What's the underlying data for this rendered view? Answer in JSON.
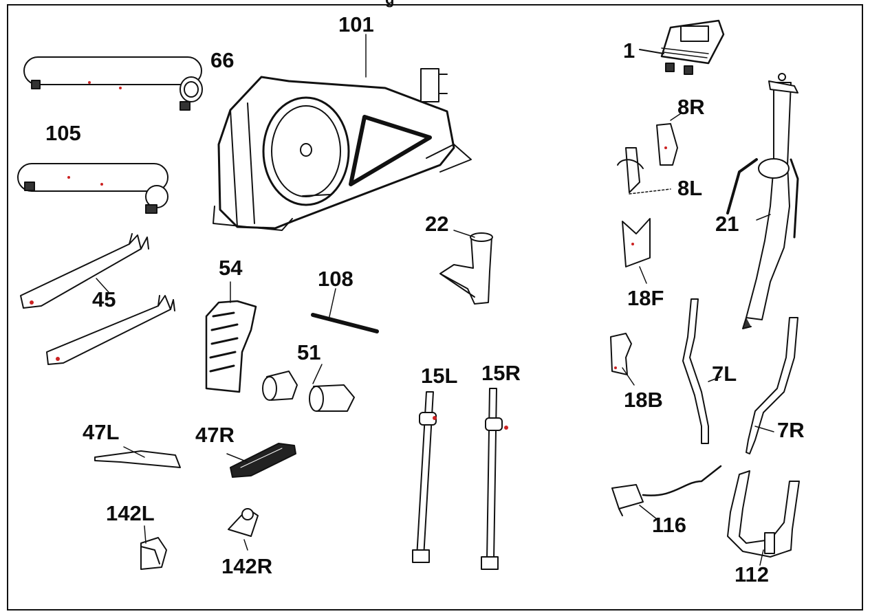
{
  "header": {
    "cut_text": "g"
  },
  "labels": {
    "p101": "101",
    "p66": "66",
    "p105": "105",
    "p45": "45",
    "p54": "54",
    "p108": "108",
    "p22": "22",
    "p51": "51",
    "p15L": "15L",
    "p15R": "15R",
    "p47L": "47L",
    "p47R": "47R",
    "p142L": "142L",
    "p142R": "142R",
    "p1": "1",
    "p8R": "8R",
    "p8L": "8L",
    "p21": "21",
    "p18F": "18F",
    "p18B": "18B",
    "p7L": "7L",
    "p7R": "7R",
    "p116": "116",
    "p112": "112"
  },
  "colors": {
    "ink": "#111111",
    "detail": "#cc2222",
    "frame": "#111111"
  }
}
